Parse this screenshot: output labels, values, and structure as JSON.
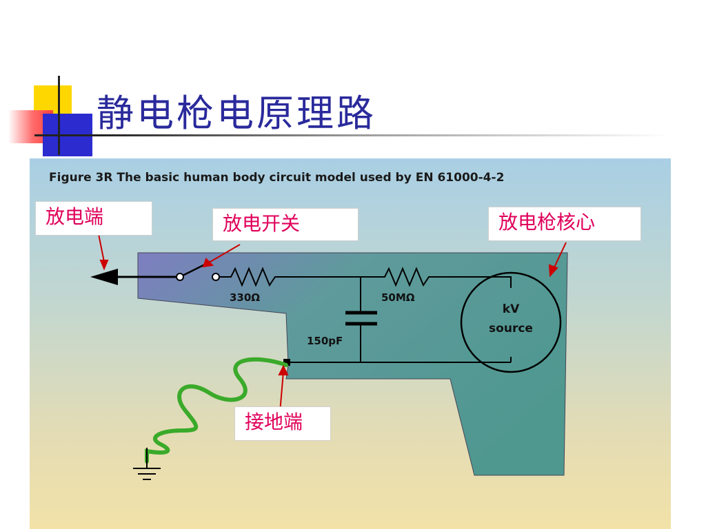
{
  "slide": {
    "title": "静电枪电原理路"
  },
  "figure": {
    "caption": "Figure 3R    The basic human body circuit model used by EN 61000-4-2",
    "resistor_1": "330Ω",
    "resistor_2": "50MΩ",
    "capacitor": "150pF",
    "source_line1": "kV",
    "source_line2": "source"
  },
  "callouts": {
    "discharge_tip": "放电端",
    "discharge_switch": "放电开关",
    "gun_core": "放电枪核心",
    "ground_terminal": "接地端"
  },
  "colors": {
    "title": "#2a2a9c",
    "callout_text": "#e0005a",
    "gun_body": "#5a9a94",
    "ground_wire": "#3aaa2a",
    "arrow": "#cc0000"
  }
}
